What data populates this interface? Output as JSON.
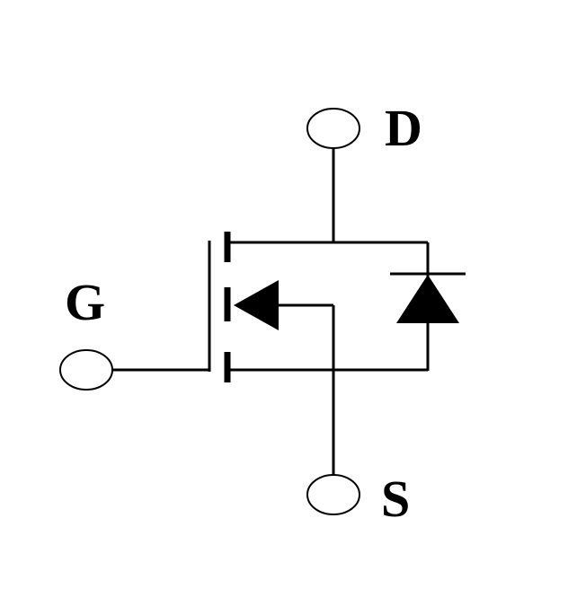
{
  "diagram": {
    "terminals": {
      "drain": {
        "label": "D"
      },
      "gate": {
        "label": "G"
      },
      "source": {
        "label": "S"
      }
    },
    "colors": {
      "line": "#000000",
      "background": "#ffffff"
    }
  }
}
